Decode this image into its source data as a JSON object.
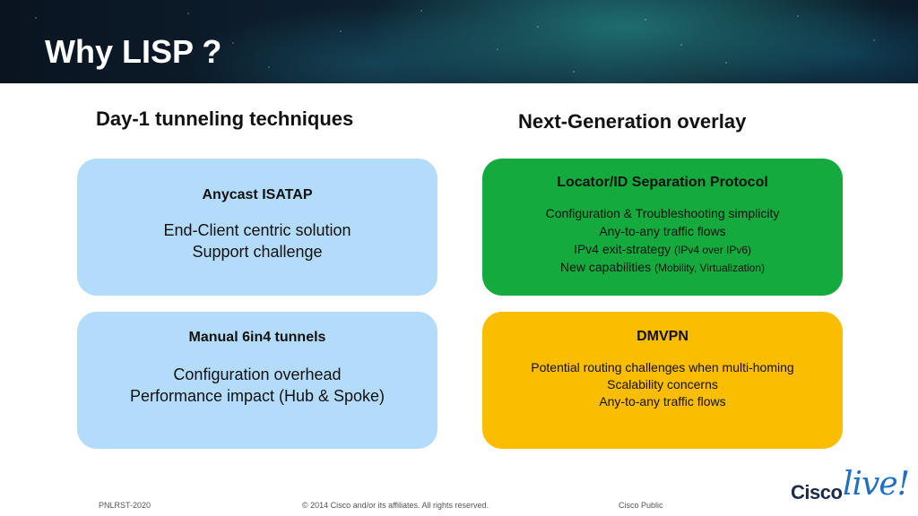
{
  "slide": {
    "title": "Why LISP ?"
  },
  "left_column": {
    "heading": "Day-1 tunneling techniques",
    "boxes": [
      {
        "title": "Anycast ISATAP",
        "lines": [
          "End-Client centric solution",
          "Support challenge"
        ]
      },
      {
        "title": "Manual 6in4 tunnels",
        "lines": [
          "Configuration overhead",
          "Performance impact (Hub & Spoke)"
        ]
      }
    ]
  },
  "right_column": {
    "heading": "Next-Generation overlay",
    "boxes": [
      {
        "title": "Locator/ID Separation Protocol",
        "lines": [
          {
            "main": "Configuration & Troubleshooting simplicity",
            "small": ""
          },
          {
            "main": "Any-to-any traffic flows",
            "small": ""
          },
          {
            "main": "IPv4 exit-strategy ",
            "small": "(IPv4 over IPv6)"
          },
          {
            "main": "New capabilities ",
            "small": "(Mobility, Virtualization)"
          }
        ]
      },
      {
        "title": "DMVPN",
        "lines": [
          "Potential routing challenges when multi-homing",
          "Scalability concerns",
          "Any-to-any traffic flows"
        ]
      }
    ]
  },
  "footer": {
    "left": "PNLRST-2020",
    "center": "© 2014 Cisco and/or its affiliates. All rights reserved.",
    "right": "Cisco Public"
  },
  "logo": {
    "brand": "Cisco",
    "accent": "live!"
  },
  "colors": {
    "blue_box": "#b3dcfb",
    "green_box": "#14aa3e",
    "yellow_box": "#fbbd00"
  }
}
